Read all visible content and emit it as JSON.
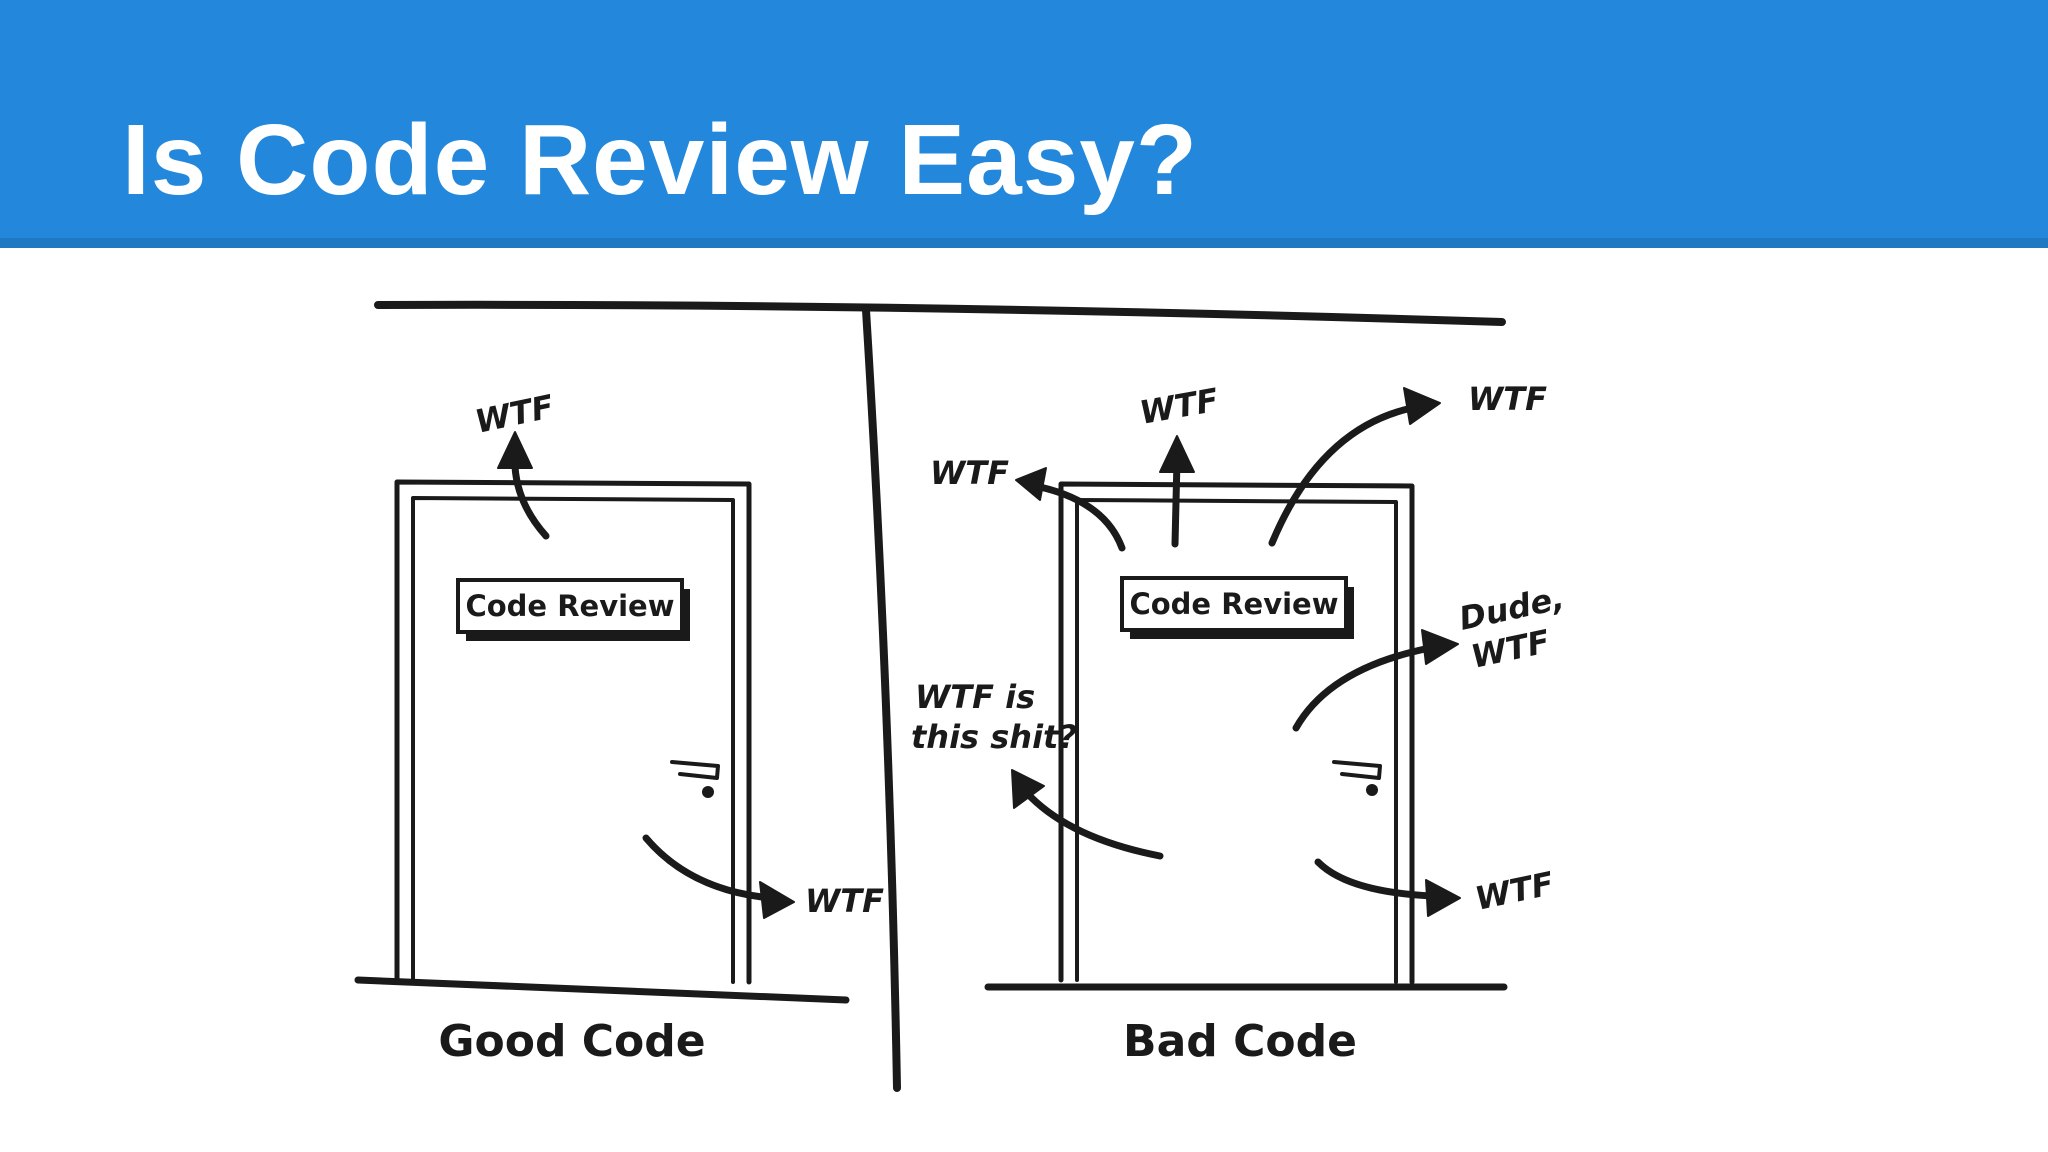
{
  "slide": {
    "title": "Is Code Review Easy?",
    "header_color": "#2388dc"
  },
  "comic": {
    "good": {
      "sign": "Code Review",
      "caption": "Good Code",
      "wtf_top": "WTF",
      "wtf_side": "WTF"
    },
    "bad": {
      "sign": "Code Review",
      "caption": "Bad Code",
      "wtf_left": "WTF",
      "wtf_top": "WTF",
      "wtf_top_right": "WTF",
      "exclaim_line1": "WTF is",
      "exclaim_line2": "this shit?",
      "dude_line1": "Dude,",
      "dude_line2": "WTF",
      "wtf_bottom_right": "WTF"
    }
  }
}
